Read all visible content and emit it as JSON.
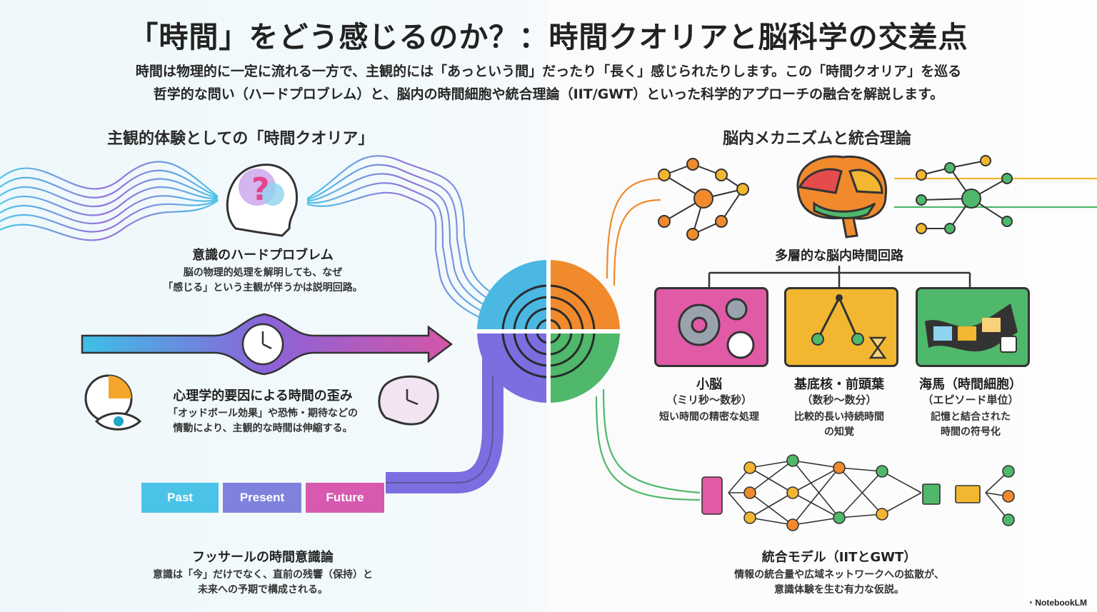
{
  "title": "「時間」をどう感じるのか？：時間クオリアと脳科学の交差点",
  "subtitle_line1": "時間は物理的に一定に流れる一方で、主観的には「あっという間」だったり「長く」感じられたりします。この「時間クオリア」を巡る",
  "subtitle_line2": "哲学的な問い（ハードプロブレム）と、脳内の時間細胞や統合理論（IIT/GWT）といった科学的アプローチの融合を解説します。",
  "left": {
    "heading": "主観的体験としての「時間クオリア」",
    "hard_problem": {
      "title": "意識のハードプロブレム",
      "line1": "脳の物理的処理を解明しても、なぜ",
      "line2": "「感じる」という主観が伴うかは説明回路。"
    },
    "distortion": {
      "title": "心理学的要因による時間の歪み",
      "line1": "「オッドボール効果」や恐怖・期待などの",
      "line2": "情動により、主観的な時間は伸縮する。"
    },
    "timeline": {
      "past": "Past",
      "present": "Present",
      "future": "Future"
    },
    "husserl": {
      "title": "フッサールの時間意識論",
      "line1": "意識は「今」だけでなく、直前の残響（保持）と",
      "line2": "未来への予期で構成される。"
    }
  },
  "right": {
    "heading": "脳内メカニズムと統合理論",
    "circuit_title": "多層的な脳内時間回路",
    "cerebellum": {
      "name": "小脳",
      "range": "（ミリ秒〜数秒）",
      "desc": "短い時間の精密な処理"
    },
    "basal": {
      "name": "基底核・前頭葉",
      "range": "（数秒〜数分）",
      "desc1": "比較的長い持続時間",
      "desc2": "の知覚"
    },
    "hippocampus": {
      "name": "海馬（時間細胞）",
      "range": "（エピソード単位）",
      "desc1": "記憶と結合された",
      "desc2": "時間の符号化"
    },
    "model": {
      "title": "統合モデル（IITとGWT）",
      "line1": "情報の統合量や広域ネットワークへの拡散が、",
      "line2": "意識体験を生む有力な仮説。"
    }
  },
  "brand": "NotebookLM",
  "colors": {
    "cyan": "#3cc0e6",
    "purple": "#7a6ee0",
    "magenta": "#d455a8",
    "orange": "#f08a2c",
    "green": "#4fb86a",
    "yellow": "#f2b630"
  }
}
